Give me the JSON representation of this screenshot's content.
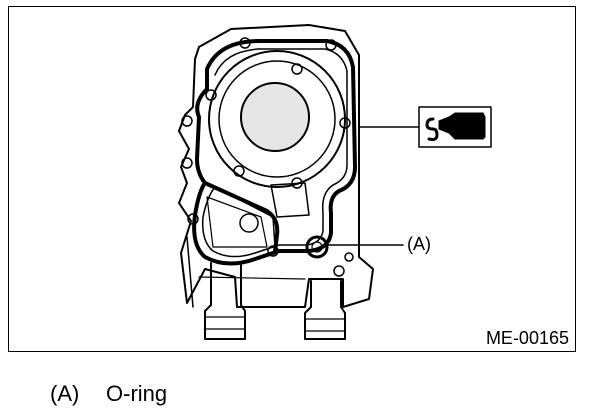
{
  "figure": {
    "callout_label": "(A)",
    "figure_code": "ME-00165",
    "sealant_icon": "liquid-gasket-tube-icon"
  },
  "legend": {
    "items": [
      {
        "key": "(A)",
        "text": "O-ring"
      }
    ]
  }
}
